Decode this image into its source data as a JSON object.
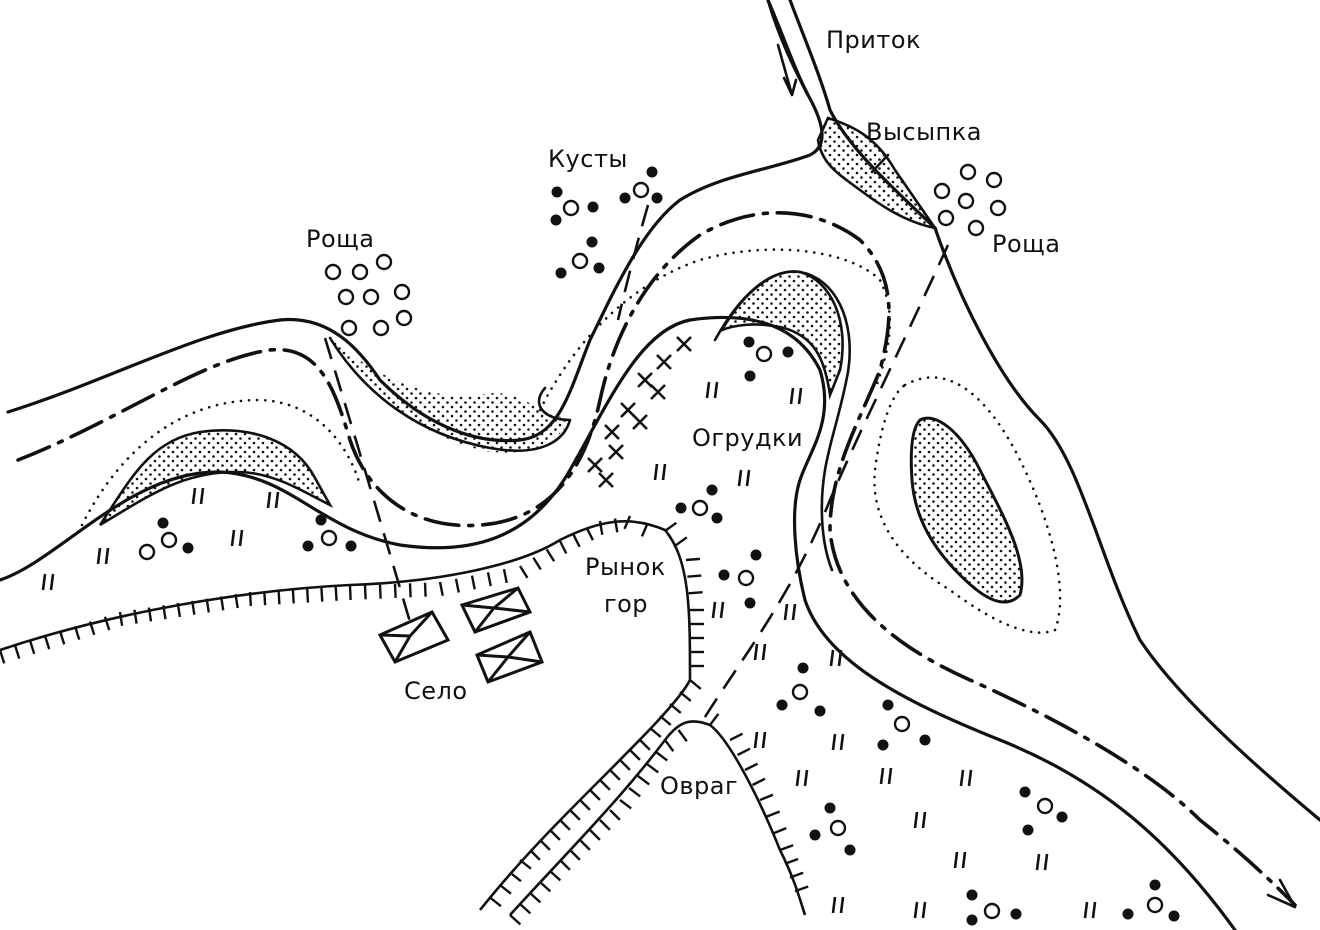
{
  "labels": {
    "tributary": "Приток",
    "sandbank": "Высыпка",
    "bushes": "Кусты",
    "grove_left": "Роща",
    "grove_right": "Роща",
    "gardens": "Огрудки",
    "market": "Рынок",
    "market2": "гор",
    "village": "Село",
    "ravine": "Овраг"
  },
  "colors": {
    "ink": "#111111",
    "paper": "#ffffff"
  }
}
